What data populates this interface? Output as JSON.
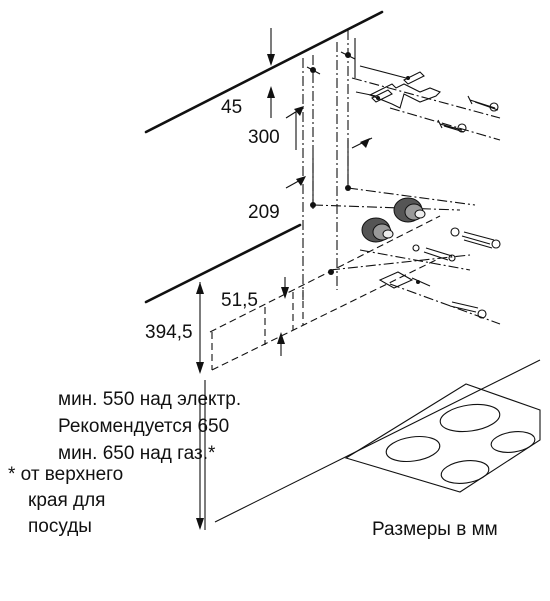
{
  "dimensions": {
    "d45": "45",
    "d300": "300",
    "d209": "209",
    "d51_5": "51,5",
    "d394_5": "394,5"
  },
  "notes": {
    "line1": "мин. 550 над электр.",
    "line2": "Рекомендуется 650",
    "line3": "мин. 650 над газ.*",
    "footnote1": "* от верхнего",
    "footnote2": "края для",
    "footnote3": "посуды"
  },
  "units_label": "Размеры в мм"
}
